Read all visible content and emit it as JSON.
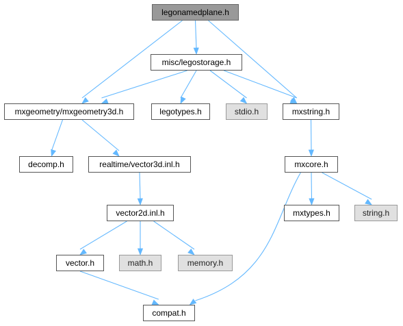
{
  "colors": {
    "edge": "#63b8ff",
    "root_fill": "#999999",
    "system_fill": "#e0e0e0",
    "node_border": "#555555"
  },
  "nodes": {
    "legonamedplane": {
      "label": "legonamedplane.h",
      "kind": "root",
      "interactable": false
    },
    "legostorage": {
      "label": "misc/legostorage.h",
      "kind": "file",
      "interactable": true
    },
    "mxgeometry3d": {
      "label": "mxgeometry/mxgeometry3d.h",
      "kind": "file",
      "interactable": true
    },
    "legotypes": {
      "label": "legotypes.h",
      "kind": "file",
      "interactable": true
    },
    "stdio": {
      "label": "stdio.h",
      "kind": "system",
      "interactable": false
    },
    "mxstring": {
      "label": "mxstring.h",
      "kind": "file",
      "interactable": true
    },
    "decomp": {
      "label": "decomp.h",
      "kind": "file",
      "interactable": true
    },
    "vector3dinl": {
      "label": "realtime/vector3d.inl.h",
      "kind": "file",
      "interactable": true
    },
    "mxcore": {
      "label": "mxcore.h",
      "kind": "file",
      "interactable": true
    },
    "vector2dinl": {
      "label": "vector2d.inl.h",
      "kind": "file",
      "interactable": true
    },
    "mxtypes": {
      "label": "mxtypes.h",
      "kind": "file",
      "interactable": true
    },
    "string": {
      "label": "string.h",
      "kind": "system",
      "interactable": false
    },
    "vector": {
      "label": "vector.h",
      "kind": "file",
      "interactable": true
    },
    "math": {
      "label": "math.h",
      "kind": "system",
      "interactable": false
    },
    "memory": {
      "label": "memory.h",
      "kind": "system",
      "interactable": false
    },
    "compat": {
      "label": "compat.h",
      "kind": "file",
      "interactable": true
    }
  },
  "edges": [
    [
      "legonamedplane",
      "legostorage"
    ],
    [
      "legonamedplane",
      "mxgeometry3d"
    ],
    [
      "legonamedplane",
      "mxstring"
    ],
    [
      "legostorage",
      "mxgeometry3d"
    ],
    [
      "legostorage",
      "legotypes"
    ],
    [
      "legostorage",
      "stdio"
    ],
    [
      "legostorage",
      "mxstring"
    ],
    [
      "mxgeometry3d",
      "decomp"
    ],
    [
      "mxgeometry3d",
      "vector3dinl"
    ],
    [
      "vector3dinl",
      "vector2dinl"
    ],
    [
      "vector2dinl",
      "vector"
    ],
    [
      "vector2dinl",
      "math"
    ],
    [
      "vector2dinl",
      "memory"
    ],
    [
      "vector",
      "compat"
    ],
    [
      "mxstring",
      "mxcore"
    ],
    [
      "mxcore",
      "mxtypes"
    ],
    [
      "mxcore",
      "string"
    ],
    [
      "mxcore",
      "compat"
    ]
  ]
}
